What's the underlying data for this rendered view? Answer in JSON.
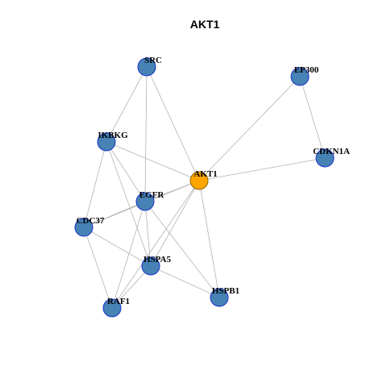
{
  "title": "AKT1",
  "colors": {
    "center_fill": "#FFA500",
    "center_stroke": "#8B6508",
    "node_fill": "#4682B4",
    "node_stroke": "#1a33cc",
    "edge": "#b3b3b3"
  },
  "nodes": [
    {
      "id": "AKT1",
      "label": "AKT1",
      "center": true
    },
    {
      "id": "SRC",
      "label": "SRC",
      "center": false
    },
    {
      "id": "EP300",
      "label": "EP300",
      "center": false
    },
    {
      "id": "IKBKG",
      "label": "IKBKG",
      "center": false
    },
    {
      "id": "CDKN1A",
      "label": "CDKN1A",
      "center": false
    },
    {
      "id": "EGFR",
      "label": "EGFR",
      "center": false
    },
    {
      "id": "CDC37",
      "label": "CDC37",
      "center": false
    },
    {
      "id": "HSPA5",
      "label": "HSPA5",
      "center": false
    },
    {
      "id": "HSPB1",
      "label": "HSPB1",
      "center": false
    },
    {
      "id": "RAF1",
      "label": "RAF1",
      "center": false
    }
  ],
  "edges": [
    [
      "AKT1",
      "SRC"
    ],
    [
      "AKT1",
      "EP300"
    ],
    [
      "AKT1",
      "CDKN1A"
    ],
    [
      "AKT1",
      "IKBKG"
    ],
    [
      "AKT1",
      "EGFR"
    ],
    [
      "AKT1",
      "CDC37"
    ],
    [
      "AKT1",
      "HSPA5"
    ],
    [
      "AKT1",
      "HSPB1"
    ],
    [
      "AKT1",
      "RAF1"
    ],
    [
      "EP300",
      "CDKN1A"
    ],
    [
      "SRC",
      "IKBKG"
    ],
    [
      "SRC",
      "EGFR"
    ],
    [
      "IKBKG",
      "EGFR"
    ],
    [
      "IKBKG",
      "CDC37"
    ],
    [
      "IKBKG",
      "HSPA5"
    ],
    [
      "EGFR",
      "CDC37"
    ],
    [
      "EGFR",
      "HSPA5"
    ],
    [
      "EGFR",
      "HSPB1"
    ],
    [
      "EGFR",
      "RAF1"
    ],
    [
      "CDC37",
      "HSPA5"
    ],
    [
      "CDC37",
      "RAF1"
    ],
    [
      "HSPA5",
      "RAF1"
    ],
    [
      "HSPA5",
      "HSPB1"
    ]
  ]
}
